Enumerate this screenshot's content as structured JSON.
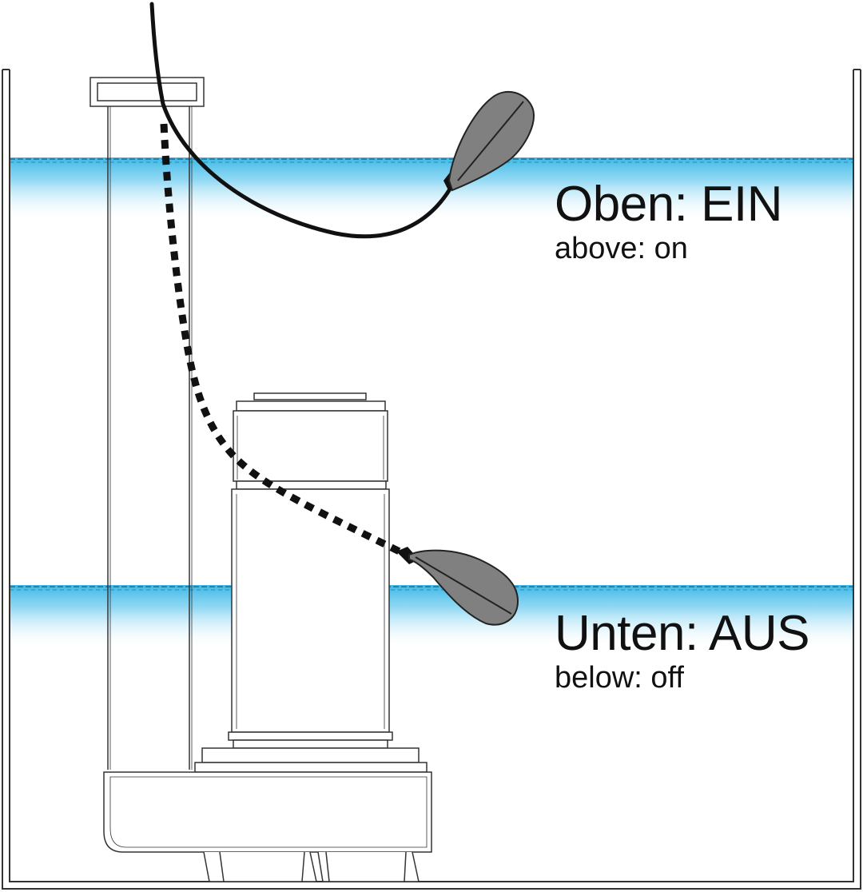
{
  "labels": {
    "upper": {
      "main": "Oben: EIN",
      "sub": "above: on"
    },
    "lower": {
      "main": "Unten: AUS",
      "sub": "below: off"
    }
  },
  "colors": {
    "water": "#33b5e5",
    "outline": "#333333",
    "cable": "#111111",
    "float": "#808080"
  }
}
